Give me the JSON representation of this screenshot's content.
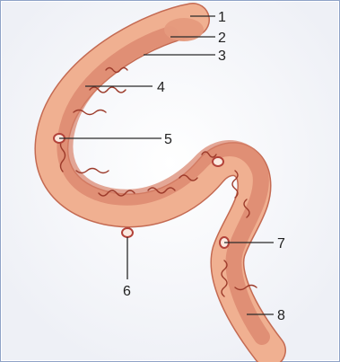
{
  "figure": {
    "colors": {
      "frame_border": "#8fa3c7",
      "body_outer": "#e8a27e",
      "body_inner": "#d9826a",
      "body_edge": "#c46a52",
      "coil": "#9c3a2a",
      "organ_fill": "#fbe9e0",
      "organ_ring": "#b3433a"
    },
    "labels": [
      {
        "id": "1",
        "text": "1"
      },
      {
        "id": "2",
        "text": "2"
      },
      {
        "id": "3",
        "text": "3"
      },
      {
        "id": "4",
        "text": "4"
      },
      {
        "id": "5",
        "text": "5"
      },
      {
        "id": "6",
        "text": "6"
      },
      {
        "id": "7",
        "text": "7"
      },
      {
        "id": "8",
        "text": "8"
      }
    ]
  }
}
